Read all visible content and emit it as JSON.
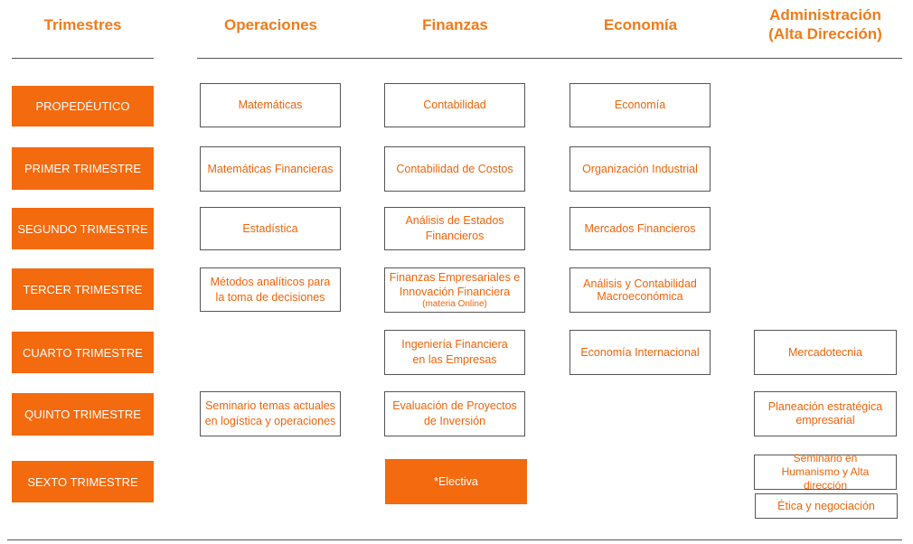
{
  "headers": {
    "trimestres": "Trimestres",
    "operaciones": "Operaciones",
    "finanzas": "Finanzas",
    "economia": "Economía",
    "administracion": "Administración\n(Alta Dirección)"
  },
  "trimestres": [
    "PROPEDÉUTICO",
    "PRIMER TRIMESTRE",
    "SEGUNDO TRIMESTRE",
    "TERCER TRIMESTRE",
    "CUARTO TRIMESTRE",
    "QUINTO TRIMESTRE",
    "SEXTO TRIMESTRE"
  ],
  "operaciones": [
    "Matemáticas",
    "Matemáticas Financieras",
    "Estadística",
    "Métodos analíticos para\nla toma de decisiones",
    "Seminario temas actuales\nen logística y operaciones"
  ],
  "finanzas": {
    "contabilidad": "Contabilidad",
    "costos": "Contabilidad de Costos",
    "estados": "Análisis de Estados\nFinancieros",
    "empresariales": "Finanzas Empresariales e\nInnovación Financiera",
    "empresariales_note": "(materia Online)",
    "ingenieria": "Ingeniería Financiera\nen las Empresas",
    "evaluacion": "Evaluación de Proyectos\nde Inversión",
    "electiva": "*Electiva"
  },
  "economia": [
    "Economía",
    "Organización Industrial",
    "Mercados Financieros",
    "Análisis y Contabilidad\nMacroeconómica",
    "Economía Internacional"
  ],
  "administracion": [
    "Mercadotecnia",
    "Planeación estratégica\nempresarial",
    "Seminario en\nHumanismo y Alta dirección",
    "Ética y negociación"
  ],
  "colors": {
    "accent": "#f46a0e",
    "header_text": "#f07b1a",
    "box_text": "#f0640a",
    "border": "#555555"
  }
}
